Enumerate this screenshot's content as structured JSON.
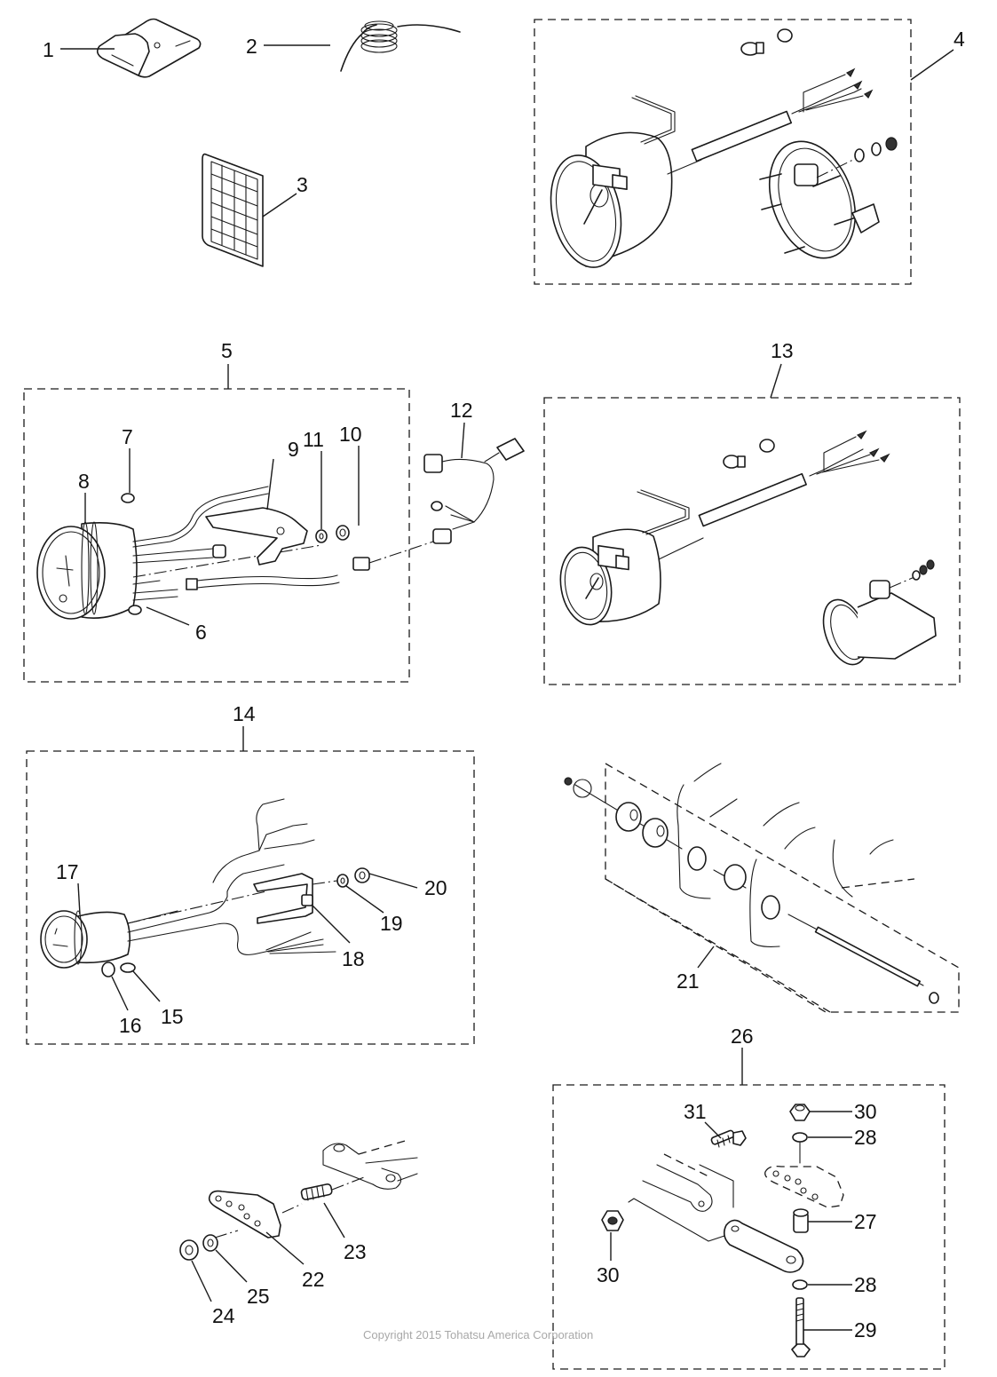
{
  "diagram": {
    "callouts": {
      "c1": "1",
      "c2": "2",
      "c3": "3",
      "c4": "4",
      "c5": "5",
      "c6": "6",
      "c7": "7",
      "c8": "8",
      "c9": "9",
      "c10": "10",
      "c11": "11",
      "c12": "12",
      "c13": "13",
      "c14": "14",
      "c15": "15",
      "c16": "16",
      "c17": "17",
      "c18": "18",
      "c19": "19",
      "c20": "20",
      "c21": "21",
      "c22": "22",
      "c23": "23",
      "c24": "24",
      "c25": "25",
      "c26": "26",
      "c27": "27",
      "c28a": "28",
      "c28b": "28",
      "c29": "29",
      "c30a": "30",
      "c30b": "30",
      "c31": "31"
    },
    "copyright": "Copyright 2015 Tohatsu America Corporation",
    "colors": {
      "line": "#1a1a1a",
      "copyright_text": "#a8a8a8",
      "background": "#ffffff"
    }
  }
}
